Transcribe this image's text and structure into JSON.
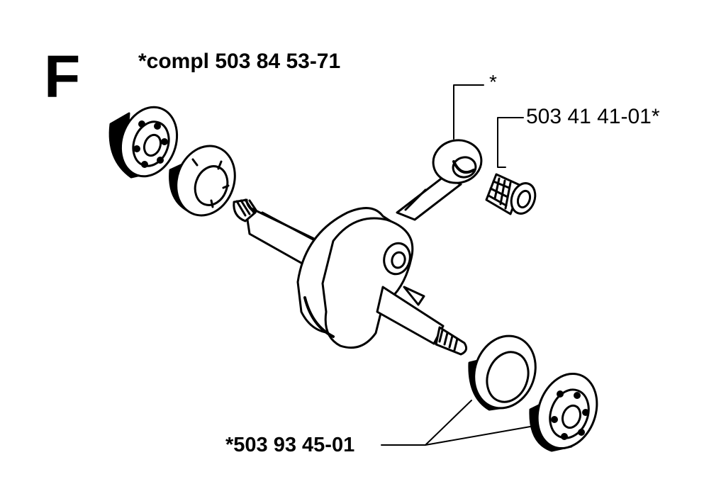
{
  "section": {
    "letter": "F"
  },
  "assembly": {
    "label": "*compl 503 84 53-71"
  },
  "callouts": {
    "conrod_marker": "*",
    "needle_bearing": "503 41 41-01*",
    "main_bearings": "*503 93 45-01"
  },
  "colors": {
    "ink": "#000000",
    "paper": "#ffffff"
  }
}
